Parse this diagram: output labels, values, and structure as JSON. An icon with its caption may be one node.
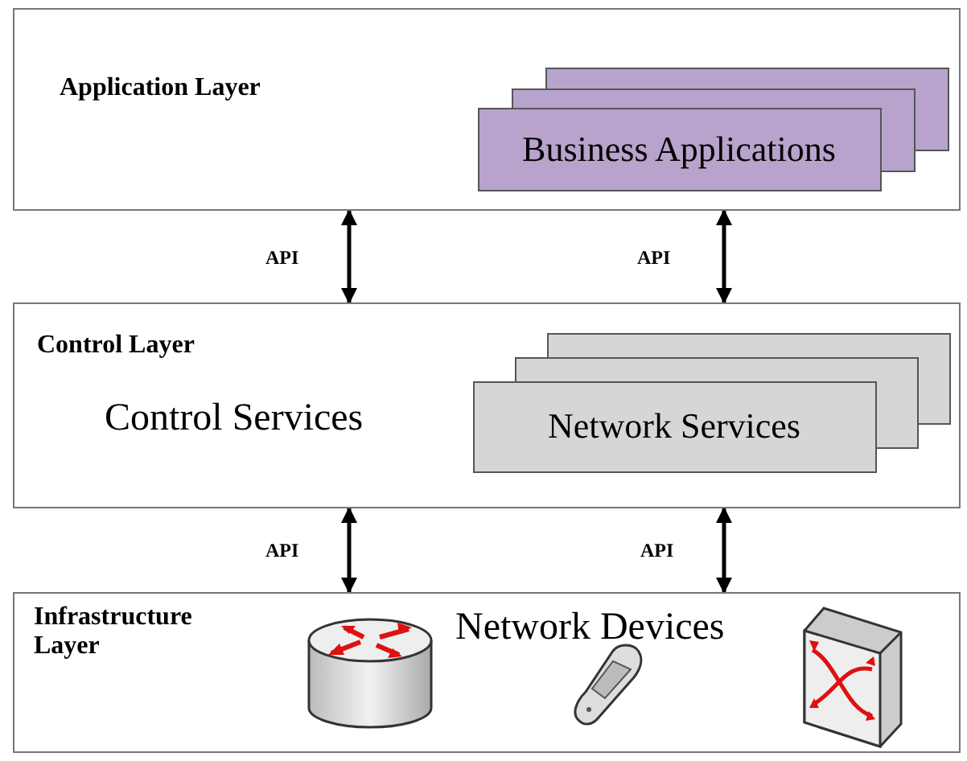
{
  "diagram": {
    "nodes": [
      {
        "text": [
          "Application Layer"
        ]
      },
      {
        "text": [
          "Business Applications"
        ],
        "in": 0
      },
      {
        "text": [
          "Control Layer",
          "Control Services"
        ]
      },
      {
        "text": [
          "Network Services"
        ],
        "in": 2
      },
      {
        "text": [
          "Infrastructure Layer",
          "Network Devices"
        ]
      }
    ],
    "edges": [
      {
        "from": 0,
        "to": 2,
        "arrow": "both",
        "label": "API"
      },
      {
        "from": 0,
        "to": 2,
        "arrow": "both",
        "label": "API"
      },
      {
        "from": 2,
        "to": 4,
        "arrow": "both",
        "label": "API"
      },
      {
        "from": 2,
        "to": 4,
        "arrow": "both",
        "label": "API"
      }
    ]
  }
}
